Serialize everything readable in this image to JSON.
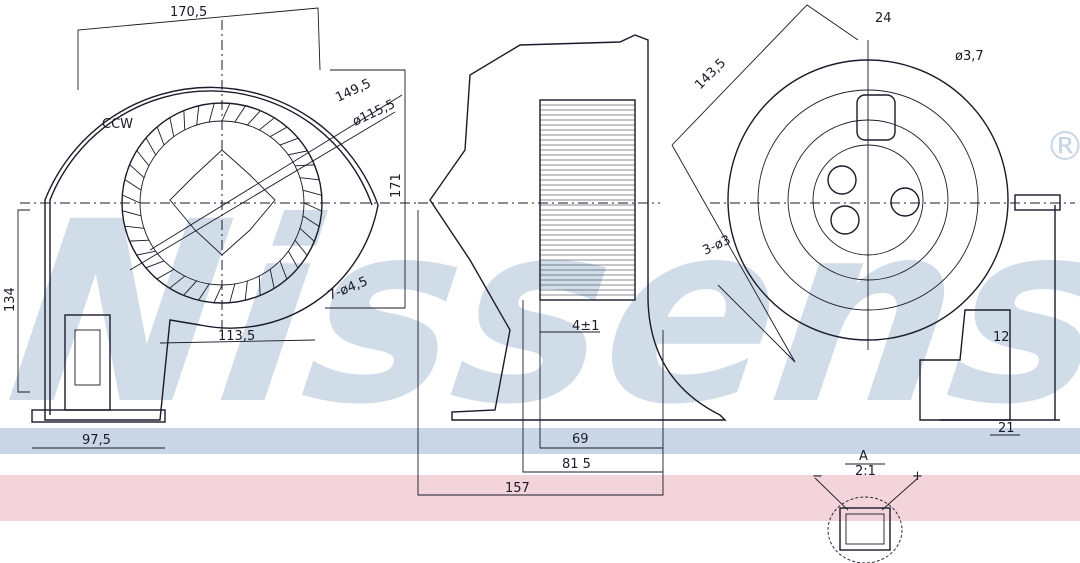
{
  "watermark": {
    "text": "Nissens",
    "registered": "®",
    "color": "#c9d6e6"
  },
  "bands": {
    "blue": "#c9d6e6",
    "pink": "#f2d4da"
  },
  "front_view": {
    "dims": {
      "width_top": "170,5",
      "dia_outer": "149,5",
      "dia_impeller": "ø115,5",
      "rotation": "CCW",
      "height_right": "171",
      "height_left": "134",
      "holes": "7-ø4,5",
      "bottom": "113,5",
      "base_width": "97,5"
    }
  },
  "side_view": {
    "dims": {
      "gap": "4±1",
      "d69": "69",
      "d81": "81 5",
      "d157": "157"
    }
  },
  "rear_view": {
    "dims": {
      "d143": "143,5",
      "d24": "24",
      "dia37": "ø3,7",
      "holes3": "3-ø3",
      "d12": "12",
      "d21": "21"
    }
  },
  "connector_detail": {
    "label": "A",
    "scale": "2:1",
    "minus": "−",
    "plus": "+"
  }
}
